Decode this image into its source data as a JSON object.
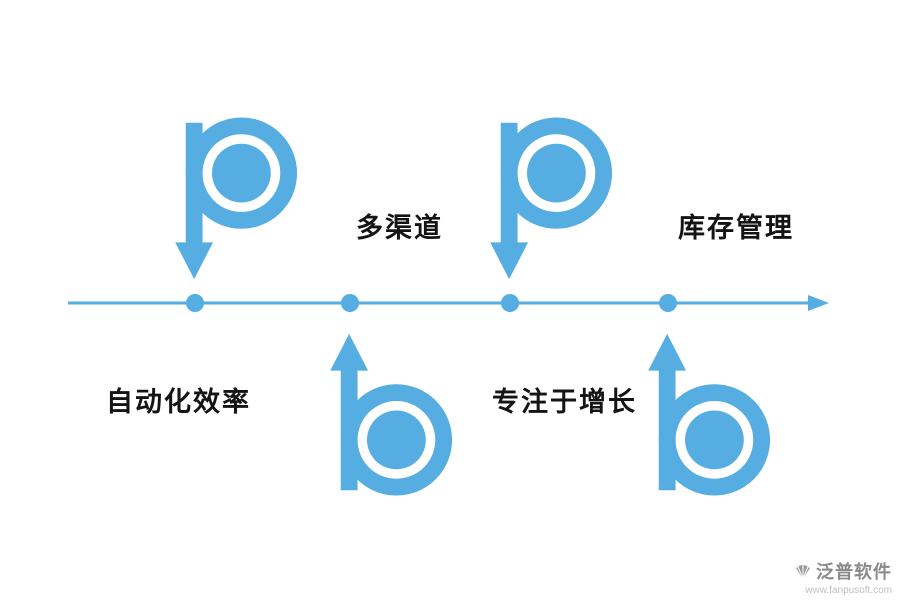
{
  "diagram": {
    "accent_color": "#55ade2",
    "top_items": [
      {
        "label": "多渠道"
      },
      {
        "label": "库存管理"
      }
    ],
    "bottom_items": [
      {
        "label": "自动化效率"
      },
      {
        "label": "专注于增长"
      }
    ]
  },
  "watermark": {
    "brand": "泛普软件",
    "url": "www.fanpusoft.com"
  }
}
